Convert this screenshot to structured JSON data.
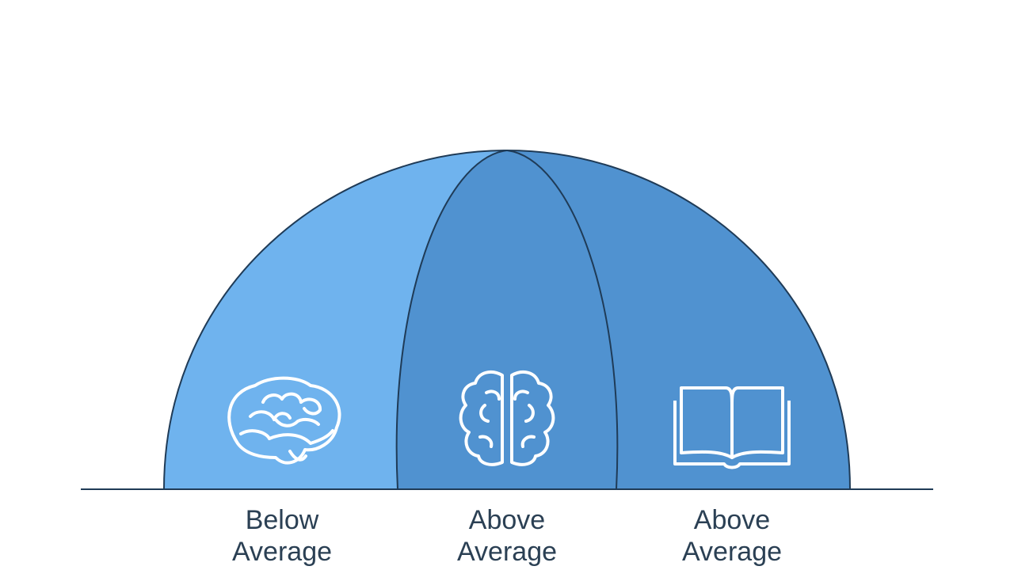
{
  "colors": {
    "background": "#ffffff",
    "segment_left": "#6fb3ee",
    "segment_center": "#5092d0",
    "segment_right": "#5092d0",
    "outline": "#1f3b57",
    "icon": "#ffffff",
    "label_text": "#2b4054"
  },
  "segments": [
    {
      "icon": "brain-side-icon",
      "label_line1": "Below",
      "label_line2": "Average"
    },
    {
      "icon": "brain-top-icon",
      "label_line1": "Above",
      "label_line2": "Average"
    },
    {
      "icon": "open-book-icon",
      "label_line1": "Above",
      "label_line2": "Average"
    }
  ]
}
